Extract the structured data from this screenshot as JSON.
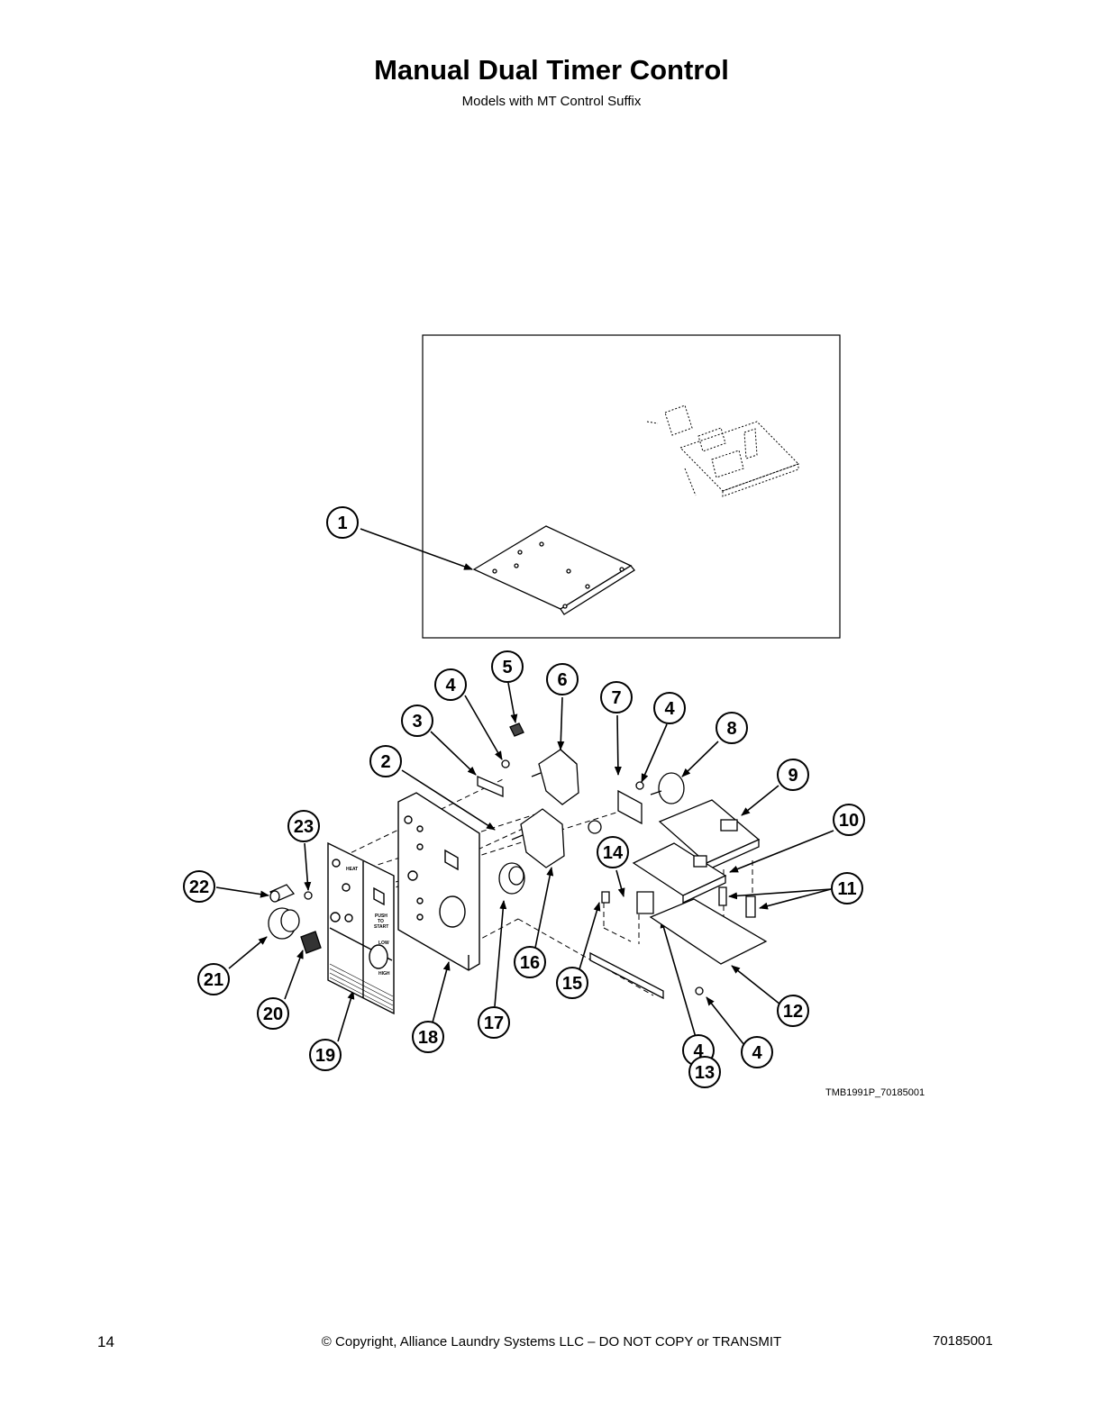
{
  "page": {
    "title": "Manual Dual Timer Control",
    "subtitle": "Models with MT Control Suffix"
  },
  "diagram": {
    "figure_id": "TMB1991P_70185001",
    "callouts": [
      {
        "label": "1"
      },
      {
        "label": "2"
      },
      {
        "label": "3"
      },
      {
        "label": "4"
      },
      {
        "label": "5"
      },
      {
        "label": "4"
      },
      {
        "label": "6"
      },
      {
        "label": "7"
      },
      {
        "label": "4"
      },
      {
        "label": "8"
      },
      {
        "label": "9"
      },
      {
        "label": "10"
      },
      {
        "label": "11"
      },
      {
        "label": "12"
      },
      {
        "label": "4"
      },
      {
        "label": "13"
      },
      {
        "label": "14"
      },
      {
        "label": "15"
      },
      {
        "label": "16"
      },
      {
        "label": "17"
      },
      {
        "label": "18"
      },
      {
        "label": "19"
      },
      {
        "label": "20"
      },
      {
        "label": "21"
      },
      {
        "label": "22"
      },
      {
        "label": "23"
      }
    ],
    "overlay_text": {
      "heat": "HEAT",
      "push": "PUSH",
      "to": "TO",
      "start": "START",
      "low": "LOW",
      "high": "HIGH"
    }
  },
  "footer": {
    "page_number": "14",
    "copyright": "© Copyright, Alliance Laundry Systems LLC – DO NOT COPY or TRANSMIT",
    "doc_number": "70185001"
  }
}
